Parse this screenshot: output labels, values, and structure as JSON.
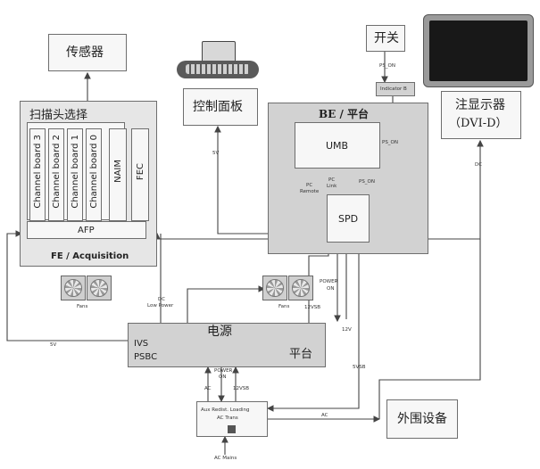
{
  "blocks": {
    "sensor": "传感器",
    "scan_head_select": "扫描头选择",
    "channel_boards": [
      "Channel board 3",
      "Channel board 2",
      "Channel board 1",
      "Channel board 0"
    ],
    "naim": "NAIM",
    "fec": "FEC",
    "afp": "AFP",
    "fe_acquisition": "FE / Acquisition",
    "control_panel": "控制面板",
    "be_platform": "BE / 平台",
    "umb": "UMB",
    "spd": "SPD",
    "switch": "开关",
    "indicator": "Indicator B",
    "display_line1": "注显示器",
    "display_line2": "（DVI-D）",
    "power_title": "电源",
    "power_ivs": "IVS",
    "power_psbc": "PSBC",
    "power_platform": "平台",
    "peripheral": "外围设备",
    "ac_dist_line1": "Aux Redist. Loading",
    "ac_dist_line2": "AC Trans",
    "fans_label_left": "Fans",
    "fans_label_mid": "Fans"
  },
  "signals": {
    "five_v": "5V",
    "pc_link": "PC\nLink",
    "pc_link_lines": [
      "PC",
      "Link"
    ],
    "pc_remote_lines": [
      "PC",
      "Remote"
    ],
    "pwr_on": "PS_ON",
    "dc_low_power_lines": [
      "DC",
      "Low Power"
    ],
    "power_on_lines": [
      "POWER",
      "ON"
    ],
    "v12vsb": "12VSB",
    "v12v": "12V",
    "v5vsb": "5VSB",
    "ac": "AC",
    "ac_mains": "AC Mains",
    "ps_on_top": "PS_ON",
    "ps_on_mid": "PS_ON",
    "dc_small": "DC"
  }
}
